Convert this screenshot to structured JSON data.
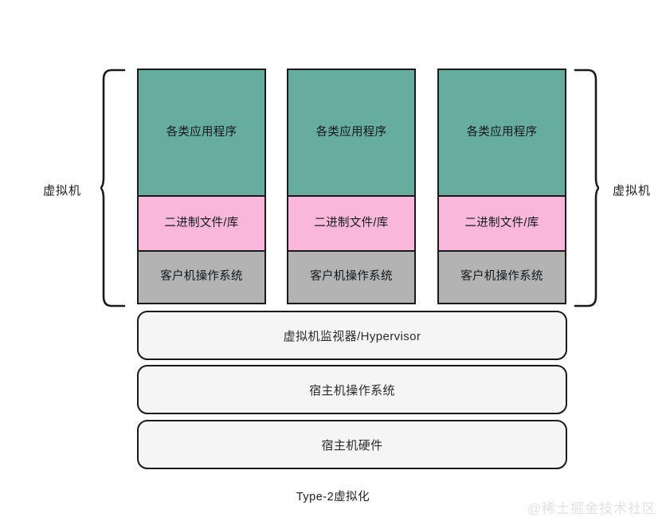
{
  "diagram": {
    "caption": "Type-2虚拟化",
    "watermark": "@稀土掘金技术社区",
    "brace_label_left": "虚拟机",
    "brace_label_right": "虚拟机",
    "colors": {
      "apps": "#67ad9f",
      "bins": "#f9b8db",
      "guest_os": "#b3b3b3",
      "base_bar": "#f5f5f5",
      "stroke": "#1a1a1a",
      "background": "#ffffff",
      "watermark_text": "#e2e2e2"
    },
    "vms": [
      {
        "apps": "各类应用程序",
        "bins": "二进制文件/库",
        "guest_os": "客户机操作系统"
      },
      {
        "apps": "各类应用程序",
        "bins": "二进制文件/库",
        "guest_os": "客户机操作系统"
      },
      {
        "apps": "各类应用程序",
        "bins": "二进制文件/库",
        "guest_os": "客户机操作系统"
      }
    ],
    "base_layers": [
      {
        "label": "虚拟机监视器/Hypervisor"
      },
      {
        "label": "宿主机操作系统"
      },
      {
        "label": "宿主机硬件"
      }
    ]
  }
}
